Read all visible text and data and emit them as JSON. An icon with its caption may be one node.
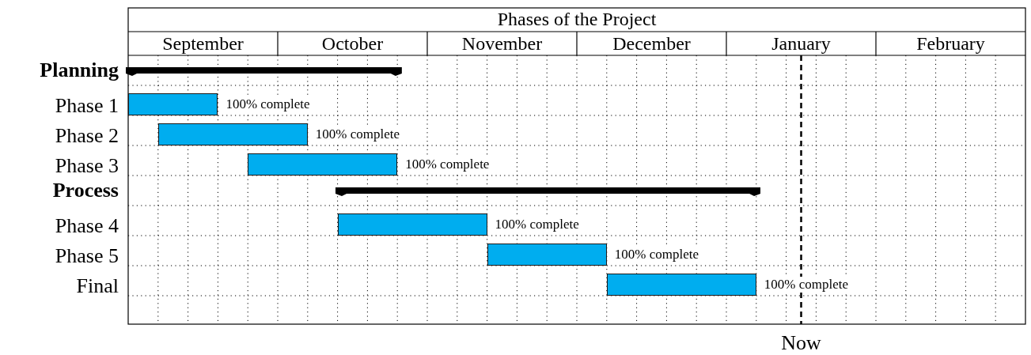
{
  "diagram": {
    "title": "Phases of the Project",
    "nodes": [
      {
        "text": [],
        "shape": "bar"
      },
      {
        "text": [],
        "shape": "bar",
        "beside": [
          "100% complete"
        ]
      },
      {
        "text": [],
        "shape": "bar",
        "beside": [
          "100% complete"
        ]
      },
      {
        "text": [],
        "shape": "bar",
        "beside": [
          "100% complete"
        ]
      },
      {
        "text": [],
        "shape": "bar"
      },
      {
        "text": [],
        "shape": "bar",
        "beside": [
          "100% complete"
        ]
      },
      {
        "text": [],
        "shape": "bar",
        "beside": [
          "100% complete"
        ]
      },
      {
        "text": [],
        "shape": "bar",
        "beside": [
          "100% complete"
        ]
      }
    ],
    "labels": [
      "September",
      "October",
      "November",
      "December",
      "January",
      "February",
      "Planning",
      "Phase 1",
      "Phase 2",
      "Phase 3",
      "Process",
      "Phase 4",
      "Phase 5",
      "Final",
      "Now"
    ]
  }
}
